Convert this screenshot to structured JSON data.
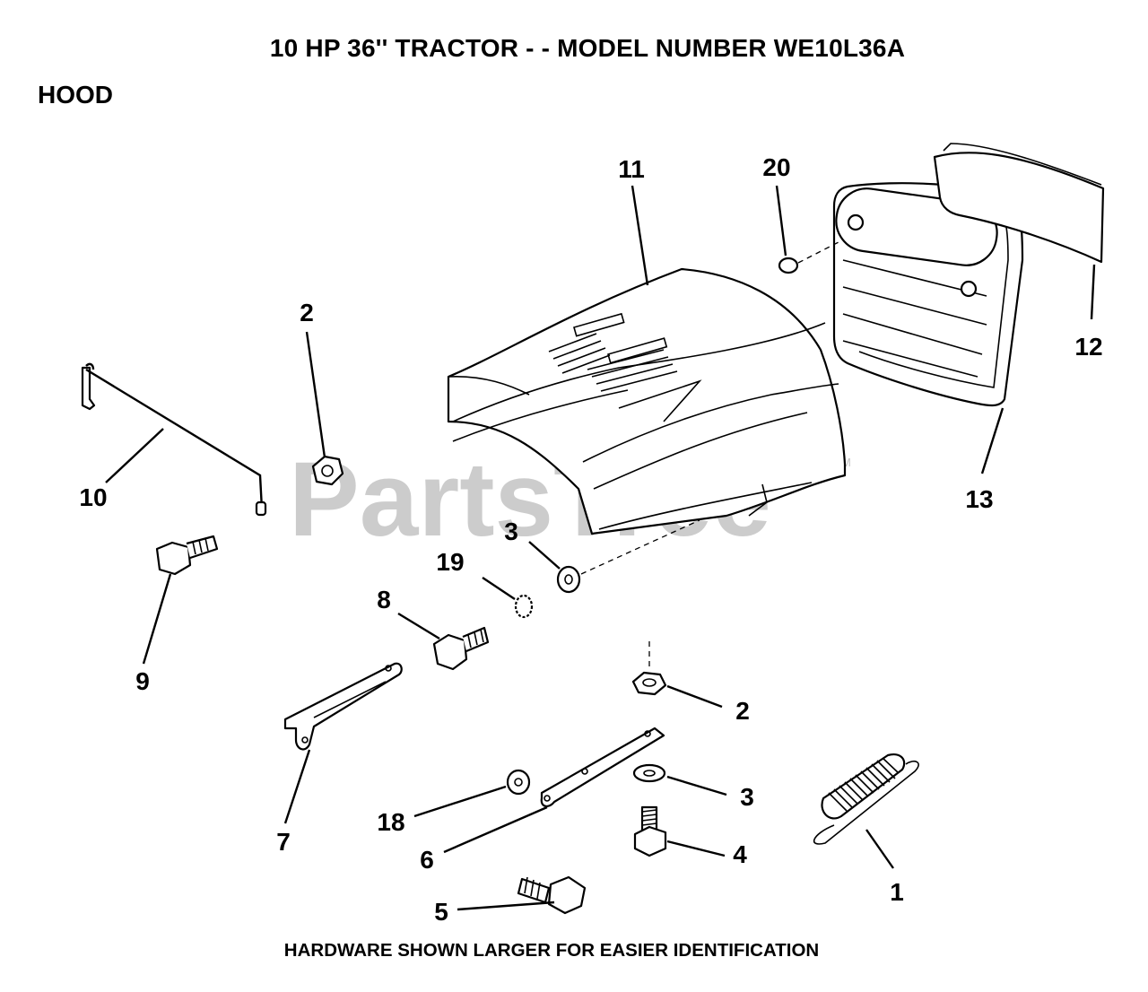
{
  "title": "10 HP 36'' TRACTOR - - MODEL NUMBER WE10L36A",
  "section": "HOOD",
  "footer": "HARDWARE SHOWN LARGER FOR EASIER IDENTIFICATION",
  "watermark": {
    "text": "PartsTree",
    "mark": "TM"
  },
  "callouts": {
    "c1": "1",
    "c2a": "2",
    "c2b": "2",
    "c3a": "3",
    "c3b": "3",
    "c4": "4",
    "c5": "5",
    "c6": "6",
    "c7": "7",
    "c8": "8",
    "c9": "9",
    "c10": "10",
    "c11": "11",
    "c12": "12",
    "c13": "13",
    "c18": "18",
    "c19": "19",
    "c20": "20"
  }
}
